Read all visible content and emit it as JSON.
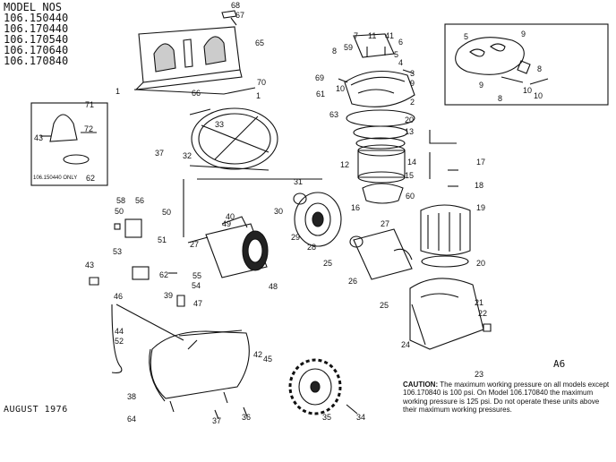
{
  "header": {
    "model_label": "MODEL NOS",
    "models": [
      "106.150440",
      "106.170440",
      "106.170540",
      "106.170640",
      "106.170840"
    ]
  },
  "footer": {
    "date": "AUGUST 1976",
    "ref": "A6"
  },
  "inset": {
    "only_note": "106.150440 ONLY"
  },
  "caution": {
    "label": "CAUTION:",
    "text": "The maximum working pressure on all models except 106.170840 is 100 psi. On Model 106.170840 the maximum working pressure is 125 psi. Do not operate these units above their maximum working pressures."
  },
  "parts": [
    {
      "n": "68"
    },
    {
      "n": "67"
    },
    {
      "n": "65"
    },
    {
      "n": "70"
    },
    {
      "n": "1"
    },
    {
      "n": "66"
    },
    {
      "n": "1"
    },
    {
      "n": "7"
    },
    {
      "n": "11"
    },
    {
      "n": "41"
    },
    {
      "n": "6"
    },
    {
      "n": "8"
    },
    {
      "n": "59"
    },
    {
      "n": "5"
    },
    {
      "n": "4"
    },
    {
      "n": "3"
    },
    {
      "n": "69"
    },
    {
      "n": "10"
    },
    {
      "n": "61"
    },
    {
      "n": "63"
    },
    {
      "n": "9"
    },
    {
      "n": "2"
    },
    {
      "n": "20"
    },
    {
      "n": "13"
    },
    {
      "n": "12"
    },
    {
      "n": "14"
    },
    {
      "n": "15"
    },
    {
      "n": "60"
    },
    {
      "n": "16"
    },
    {
      "n": "5"
    },
    {
      "n": "9"
    },
    {
      "n": "8"
    },
    {
      "n": "9"
    },
    {
      "n": "8"
    },
    {
      "n": "10"
    },
    {
      "n": "10"
    },
    {
      "n": "71"
    },
    {
      "n": "43"
    },
    {
      "n": "72"
    },
    {
      "n": "62"
    },
    {
      "n": "33"
    },
    {
      "n": "32"
    },
    {
      "n": "37"
    },
    {
      "n": "58"
    },
    {
      "n": "56"
    },
    {
      "n": "50"
    },
    {
      "n": "51"
    },
    {
      "n": "53"
    },
    {
      "n": "50"
    },
    {
      "n": "40"
    },
    {
      "n": "49"
    },
    {
      "n": "27"
    },
    {
      "n": "48"
    },
    {
      "n": "55"
    },
    {
      "n": "54"
    },
    {
      "n": "39"
    },
    {
      "n": "47"
    },
    {
      "n": "43"
    },
    {
      "n": "62"
    },
    {
      "n": "46"
    },
    {
      "n": "31"
    },
    {
      "n": "30"
    },
    {
      "n": "29"
    },
    {
      "n": "28"
    },
    {
      "n": "27"
    },
    {
      "n": "25"
    },
    {
      "n": "26"
    },
    {
      "n": "17"
    },
    {
      "n": "18"
    },
    {
      "n": "19"
    },
    {
      "n": "20"
    },
    {
      "n": "25"
    },
    {
      "n": "21"
    },
    {
      "n": "22"
    },
    {
      "n": "24"
    },
    {
      "n": "23"
    },
    {
      "n": "44"
    },
    {
      "n": "52"
    },
    {
      "n": "42"
    },
    {
      "n": "45"
    },
    {
      "n": "38"
    },
    {
      "n": "64"
    },
    {
      "n": "37"
    },
    {
      "n": "36"
    },
    {
      "n": "35"
    },
    {
      "n": "34"
    }
  ]
}
